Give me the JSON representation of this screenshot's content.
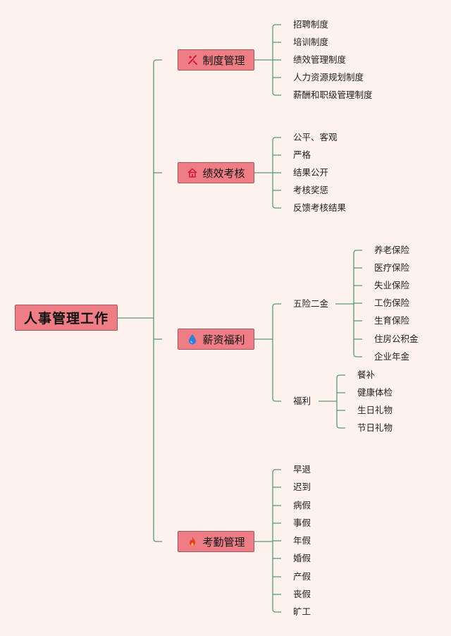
{
  "root": "人事管理工作",
  "branches": [
    {
      "label": "制度管理",
      "icon": "tools-icon",
      "children": [
        "招聘制度",
        "培训制度",
        "绩效管理制度",
        "人力资源规划制度",
        "薪酬和职级管理制度"
      ]
    },
    {
      "label": "绩效考核",
      "icon": "house-icon",
      "children": [
        "公平、客观",
        "严格",
        "结果公开",
        "考核奖惩",
        "反馈考核结果"
      ]
    },
    {
      "label": "薪资福利",
      "icon": "water-drop-icon",
      "children": [
        {
          "label": "五险二金",
          "children": [
            "养老保险",
            "医疗保险",
            "失业保险",
            "工伤保险",
            "生育保险",
            "住房公积金",
            "企业年金"
          ]
        },
        {
          "label": "福利",
          "children": [
            "餐补",
            "健康体检",
            "生日礼物",
            "节日礼物"
          ]
        }
      ]
    },
    {
      "label": "考勤管理",
      "icon": "flame-icon",
      "children": [
        "早退",
        "迟到",
        "病假",
        "事假",
        "年假",
        "婚假",
        "产假",
        "丧假",
        "旷工"
      ]
    }
  ],
  "colors": {
    "background": "#fdf2ee",
    "box": "#ee7d86",
    "line": "#5b9a72"
  }
}
